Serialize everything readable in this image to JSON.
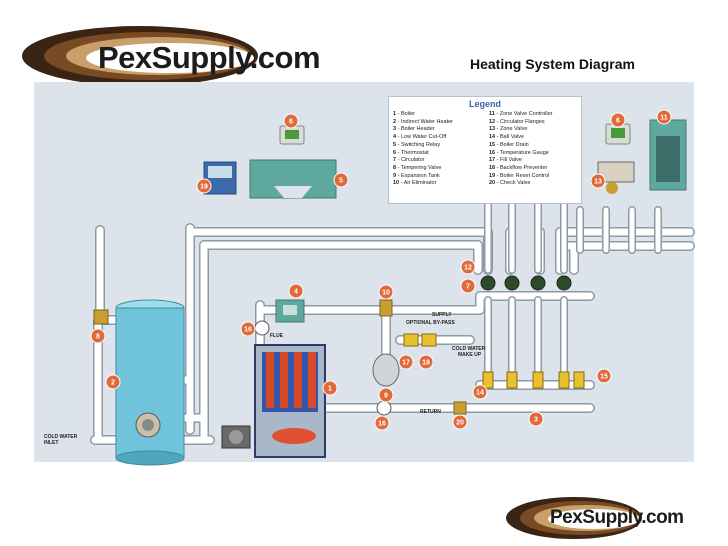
{
  "brand": {
    "name": "PexSupply.com"
  },
  "header": {
    "title": "Heating System Diagram"
  },
  "legend": {
    "title": "Legend",
    "items": [
      {
        "num": "1",
        "label": "Boiler"
      },
      {
        "num": "2",
        "label": "Indirect Water Heater"
      },
      {
        "num": "3",
        "label": "Boiler Header"
      },
      {
        "num": "4",
        "label": "Low Water Cut-Off"
      },
      {
        "num": "5",
        "label": "Switching Relay"
      },
      {
        "num": "6",
        "label": "Thermostat"
      },
      {
        "num": "7",
        "label": "Circulator"
      },
      {
        "num": "8",
        "label": "Tempering Valve"
      },
      {
        "num": "9",
        "label": "Expansion Tank"
      },
      {
        "num": "10",
        "label": "Air Eliminator"
      },
      {
        "num": "11",
        "label": "Zone Valve Controller"
      },
      {
        "num": "12",
        "label": "Circulator Flanges"
      },
      {
        "num": "13",
        "label": "Zone Valve"
      },
      {
        "num": "14",
        "label": "Ball Valve"
      },
      {
        "num": "15",
        "label": "Boiler Drain"
      },
      {
        "num": "16",
        "label": "Temperature Gauge"
      },
      {
        "num": "17",
        "label": "Fill Valve"
      },
      {
        "num": "18",
        "label": "Backflow Preventer"
      },
      {
        "num": "19",
        "label": "Boiler Reset Control"
      },
      {
        "num": "20",
        "label": "Check Valve"
      }
    ]
  },
  "labels": {
    "supply": "SUPPLY",
    "bypass": "OPTIONAL BY-PASS",
    "makeup_1": "COLD WATER",
    "makeup_2": "MAKE UP",
    "flue": "FLUE",
    "return": "RETURN",
    "inlet_1": "COLD WATER",
    "inlet_2": "INLET"
  },
  "callouts": [
    "1",
    "2",
    "3",
    "4",
    "5",
    "6",
    "6",
    "7",
    "8",
    "9",
    "10",
    "11",
    "12",
    "13",
    "14",
    "15",
    "16",
    "16",
    "17",
    "18",
    "19",
    "20"
  ],
  "colors": {
    "panel": "#dde3ea",
    "pipe": "#ffffff",
    "pipe_outline": "#8e9aa6",
    "tank": "#6fc4dc",
    "boiler_body": "#a9b8c8",
    "boiler_heat": "#d64a2a",
    "boiler_tube": "#3355aa",
    "callout": "#e06a3a",
    "device": "#5fa8a0",
    "legend_title": "#3a66a0"
  }
}
